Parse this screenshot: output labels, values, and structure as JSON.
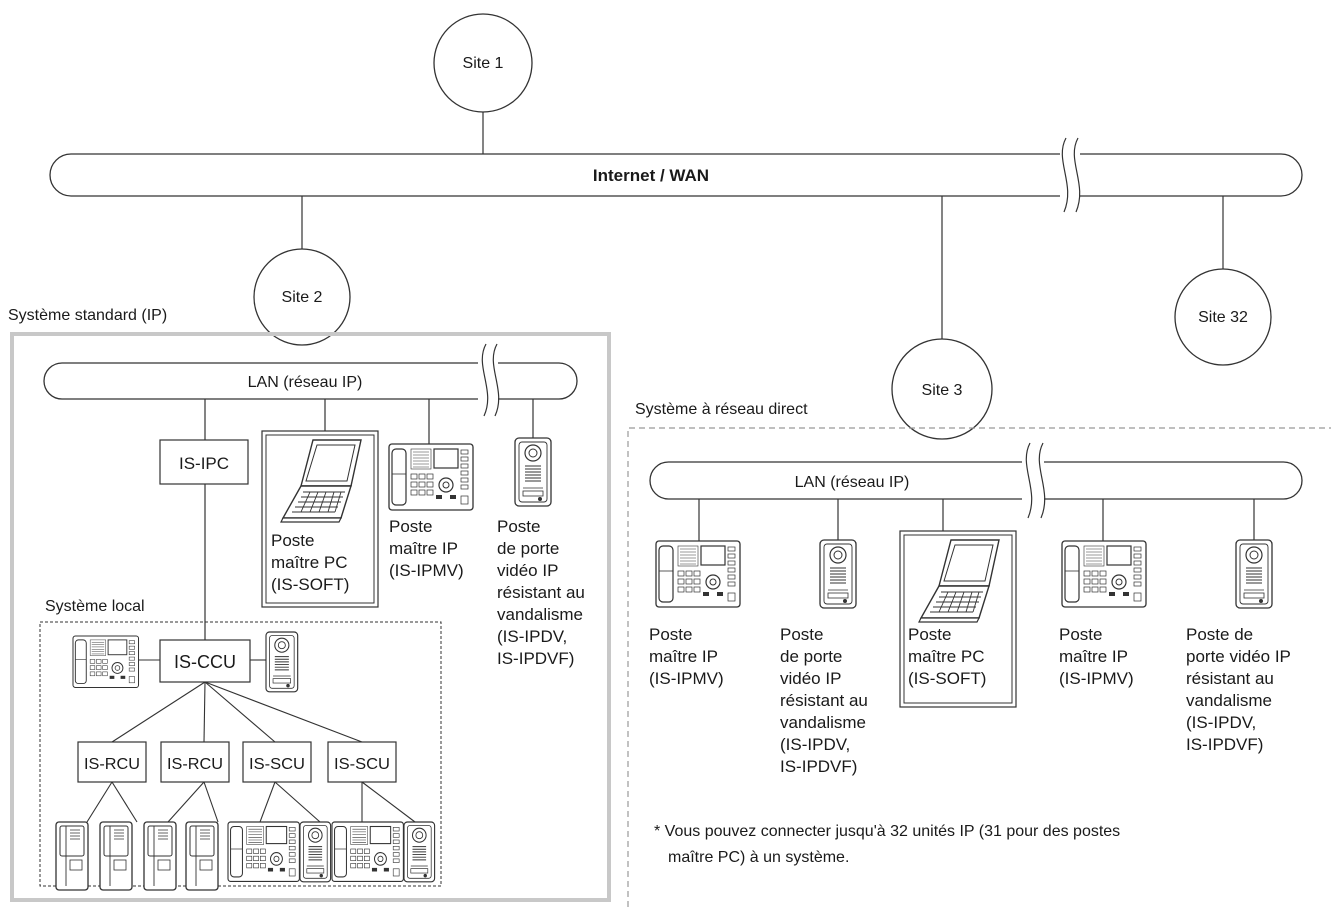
{
  "wan": {
    "label": "Internet / WAN"
  },
  "sites": {
    "site1": "Site 1",
    "site2": "Site 2",
    "site3": "Site 3",
    "site32": "Site 32"
  },
  "standard_system": {
    "title": "Système standard (IP)",
    "lan_label": "LAN (réseau IP)",
    "ipc_label": "IS-IPC",
    "pc_master": [
      "Poste",
      "maître PC",
      "(IS-SOFT)"
    ],
    "ip_master": [
      "Poste",
      "maître IP",
      "(IS-IPMV)"
    ],
    "door_station": [
      "Poste",
      "de porte",
      "vidéo IP",
      "résistant au",
      "vandalisme",
      "(IS-IPDV,",
      "IS-IPDVF)"
    ]
  },
  "local_system": {
    "title": "Système local",
    "ccu_label": "IS-CCU",
    "rcu1_label": "IS-RCU",
    "rcu2_label": "IS-RCU",
    "scu1_label": "IS-SCU",
    "scu2_label": "IS-SCU"
  },
  "direct_system": {
    "title": "Système à réseau direct",
    "lan_label": "LAN (réseau IP)",
    "ip_master_1": [
      "Poste",
      "maître IP",
      "(IS-IPMV)"
    ],
    "door_station_1": [
      "Poste",
      "de porte",
      "vidéo IP",
      "résistant au",
      "vandalisme",
      "(IS-IPDV,",
      "IS-IPDVF)"
    ],
    "pc_master": [
      "Poste",
      "maître PC",
      "(IS-SOFT)"
    ],
    "ip_master_2": [
      "Poste",
      "maître IP",
      "(IS-IPMV)"
    ],
    "door_station_2": [
      "Poste de",
      "porte vidéo IP",
      "résistant au",
      "vandalisme",
      "(IS-IPDV,",
      "IS-IPDVF)"
    ]
  },
  "footnote": [
    "* Vous pouvez connecter jusqu'à 32 unités IP (31 pour des postes",
    "maître PC) à un système."
  ],
  "colors": {
    "line": "#333333",
    "frame_gray": "#c8c8c8",
    "dash_gray": "#999999"
  }
}
